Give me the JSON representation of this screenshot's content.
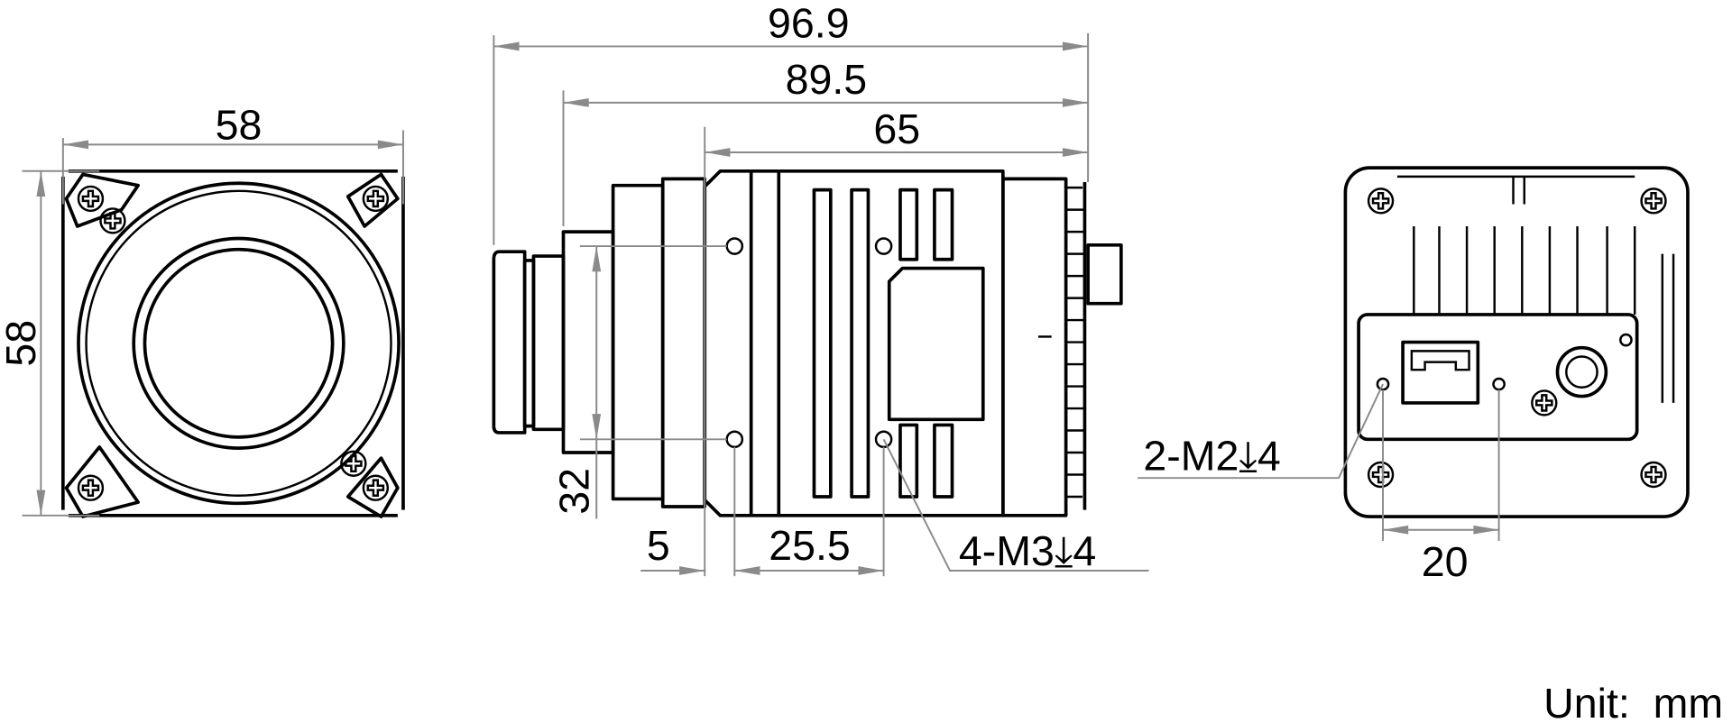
{
  "drawing": {
    "front_view": {
      "width_label": "58",
      "height_label": "58"
    },
    "side_view": {
      "overall_length_label": "96.9",
      "length_from_mount_label": "89.5",
      "body_length_label": "65",
      "hole_spacing_vertical_label": "32",
      "front_offset_label": "5",
      "hole_spacing_horizontal_label": "25.5",
      "hole_callout": "4-M3⤓4"
    },
    "rear_view": {
      "hole_spacing_label": "20",
      "hole_callout": "2-M2⤓4"
    },
    "unit_label": "Unit:  mm",
    "colors": {
      "outline": "#000000",
      "dimension": "#8a8a8a"
    }
  }
}
